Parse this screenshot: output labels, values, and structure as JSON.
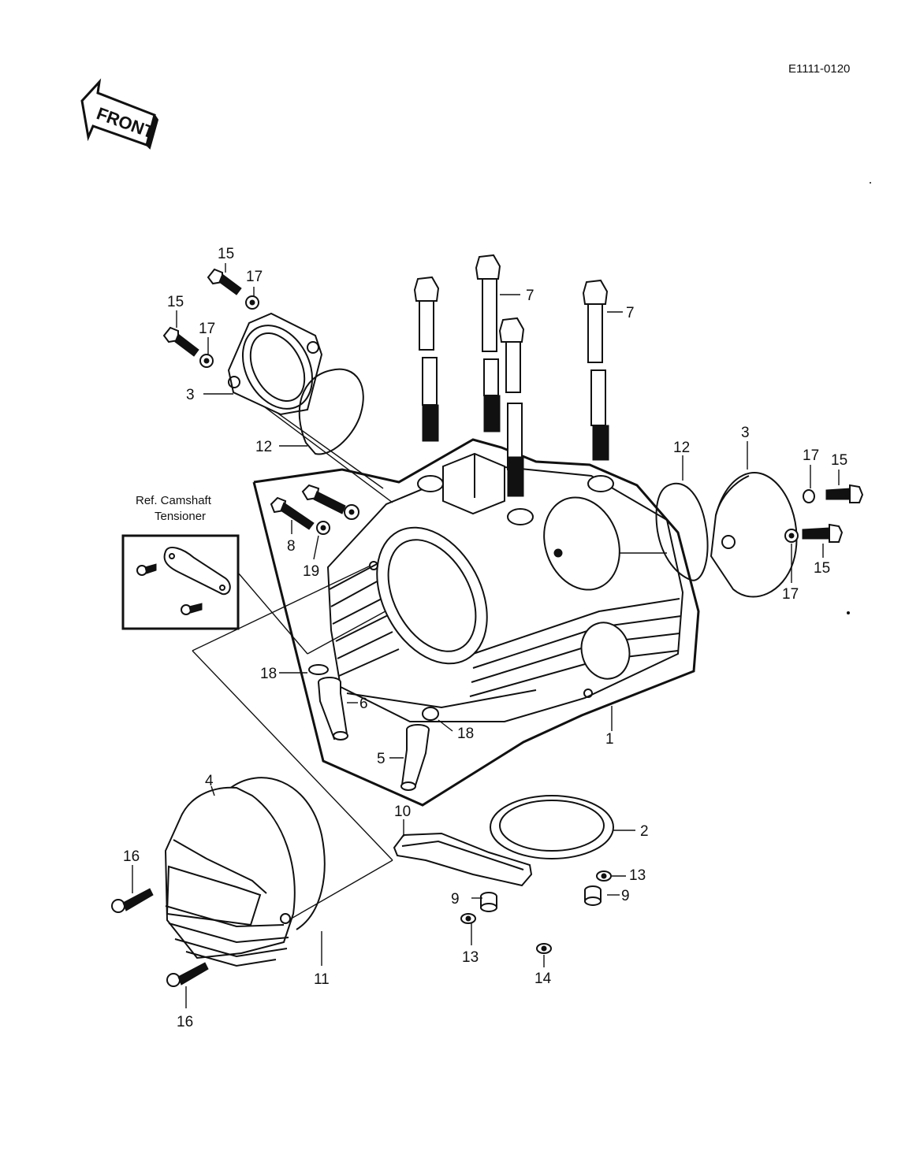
{
  "diagram_code": "E1111-0120",
  "front_label": "FRONT",
  "reference_box": {
    "line1": "Ref. Camshaft",
    "line2": "Tensioner"
  },
  "callouts": [
    {
      "id": "c1",
      "text": "1"
    },
    {
      "id": "c2",
      "text": "2"
    },
    {
      "id": "c3a",
      "text": "3"
    },
    {
      "id": "c3b",
      "text": "3"
    },
    {
      "id": "c4",
      "text": "4"
    },
    {
      "id": "c5",
      "text": "5"
    },
    {
      "id": "c6",
      "text": "6"
    },
    {
      "id": "c7a",
      "text": "7"
    },
    {
      "id": "c7b",
      "text": "7"
    },
    {
      "id": "c8",
      "text": "8"
    },
    {
      "id": "c9a",
      "text": "9"
    },
    {
      "id": "c9b",
      "text": "9"
    },
    {
      "id": "c10",
      "text": "10"
    },
    {
      "id": "c11",
      "text": "11"
    },
    {
      "id": "c12a",
      "text": "12"
    },
    {
      "id": "c12b",
      "text": "12"
    },
    {
      "id": "c13a",
      "text": "13"
    },
    {
      "id": "c13b",
      "text": "13"
    },
    {
      "id": "c14",
      "text": "14"
    },
    {
      "id": "c15a",
      "text": "15"
    },
    {
      "id": "c15b",
      "text": "15"
    },
    {
      "id": "c15c",
      "text": "15"
    },
    {
      "id": "c15d",
      "text": "15"
    },
    {
      "id": "c16a",
      "text": "16"
    },
    {
      "id": "c16b",
      "text": "16"
    },
    {
      "id": "c17a",
      "text": "17"
    },
    {
      "id": "c17b",
      "text": "17"
    },
    {
      "id": "c17c",
      "text": "17"
    },
    {
      "id": "c17d",
      "text": "17"
    },
    {
      "id": "c18a",
      "text": "18"
    },
    {
      "id": "c18b",
      "text": "18"
    },
    {
      "id": "c19",
      "text": "19"
    }
  ]
}
